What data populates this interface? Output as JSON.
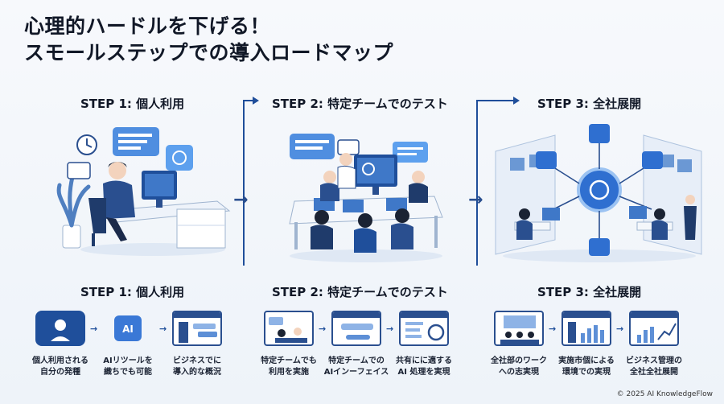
{
  "title": {
    "line1": "心理的ハードルを下げる！",
    "line2": "スモールステップでの導入ロードマップ"
  },
  "steps": [
    {
      "heading_top": "STEP 1: 個人利用",
      "heading_bottom": "STEP 1: 個人利用",
      "cards": [
        {
          "icon": "user-icon",
          "badge": "",
          "caption": [
            "個人利用される",
            "自分の発種"
          ]
        },
        {
          "icon": "ai-chip-icon",
          "badge": "AI",
          "caption": [
            "AIリツールを",
            "織ちでも可能"
          ]
        },
        {
          "icon": "chat-window-icon",
          "badge": "",
          "caption": [
            "ビジネスでに",
            "導入的な概況"
          ]
        }
      ]
    },
    {
      "heading_top": "STEP 2: 特定チームでのテスト",
      "heading_bottom": "STEP 2: 特定チームでのテスト",
      "cards": [
        {
          "icon": "team-icon",
          "badge": "",
          "caption": [
            "特定チームでも",
            "利用を実施"
          ]
        },
        {
          "icon": "interface-icon",
          "badge": "",
          "caption": [
            "特定チームでの",
            "AIインーフェイス"
          ]
        },
        {
          "icon": "ai-process-icon",
          "badge": "",
          "caption": [
            "共有にに適する",
            "AI 処理を実現"
          ]
        }
      ]
    },
    {
      "heading_top": "STEP 3: 全社展開",
      "heading_bottom": "STEP 3: 全社展開",
      "cards": [
        {
          "icon": "meeting-icon",
          "badge": "",
          "caption": [
            "全社部のワーク",
            "への志実現"
          ]
        },
        {
          "icon": "dashboard-icon",
          "badge": "",
          "caption": [
            "実施市個による",
            "環境での実現"
          ]
        },
        {
          "icon": "analytics-icon",
          "badge": "",
          "caption": [
            "ビジネス管理の",
            "全社全社展開"
          ]
        }
      ]
    }
  ],
  "copyright": "© 2025 AI KnowledgeFlow",
  "colors": {
    "accent": "#1f4e9a",
    "light": "#8eb3e6",
    "dark": "#1b2333"
  }
}
